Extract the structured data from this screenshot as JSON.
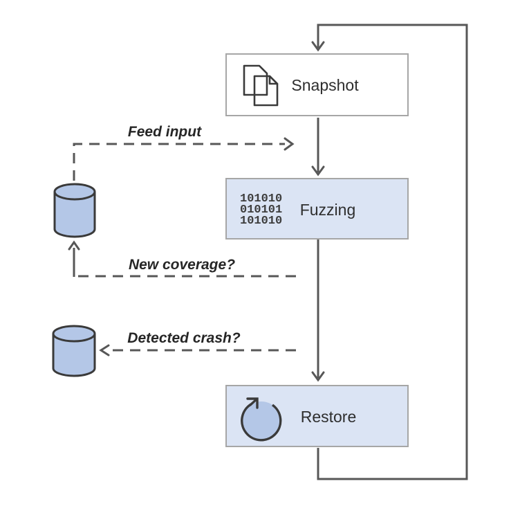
{
  "diagram": {
    "nodes": {
      "snapshot": {
        "label": "Snapshot"
      },
      "fuzzing": {
        "label": "Fuzzing",
        "binary_lines": [
          "101010",
          "010101",
          "101010"
        ]
      },
      "restore": {
        "label": "Restore"
      }
    },
    "edge_labels": {
      "feed_input": "Feed input",
      "new_coverage": "New coverage?",
      "detected_crash": "Detected crash?"
    },
    "icons": [
      "copy-pages-icon",
      "binary-icon",
      "restore-circular-arrow-icon",
      "database-cylinder-icon",
      "database-cylinder-icon"
    ],
    "colors": {
      "background": "#ffffff",
      "node_fill_light_blue": "#dbe4f4",
      "node_fill_white": "#ffffff",
      "node_border_gray": "#a6a6a6",
      "shape_fill_blue": "#b4c7e7",
      "shape_stroke_dark": "#3a3a3a",
      "arrow_gray": "#575757",
      "label_text": "#262626"
    }
  }
}
